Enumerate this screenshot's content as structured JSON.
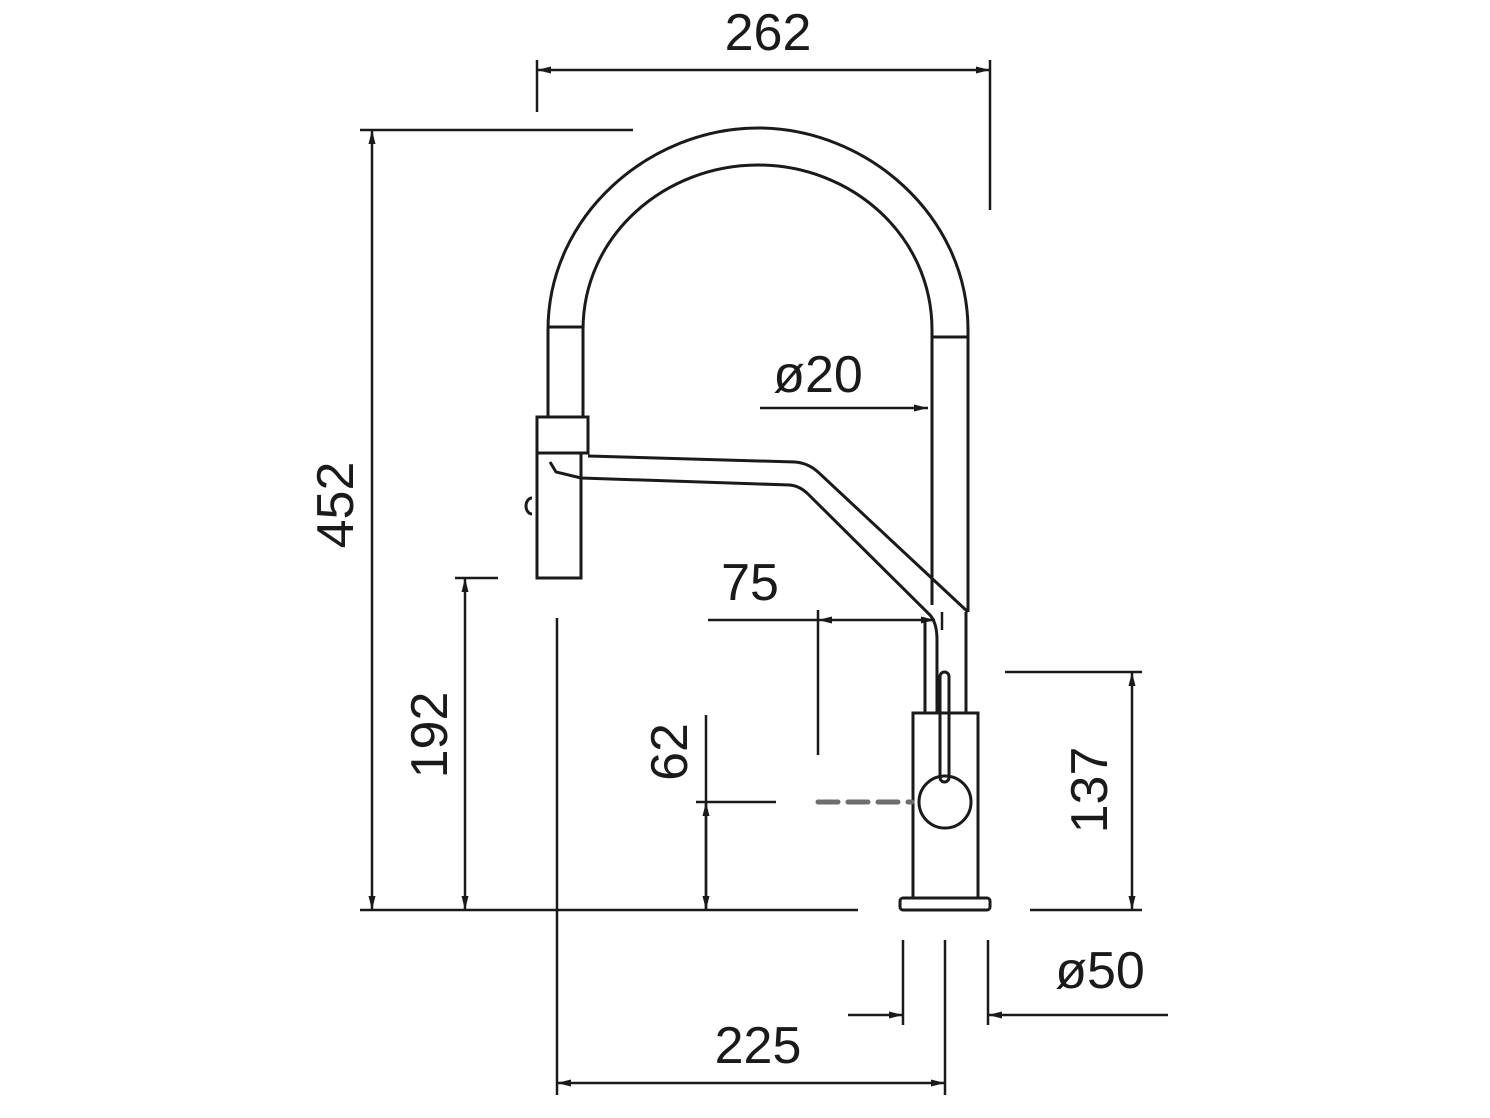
{
  "dimensions": {
    "total_width": "262",
    "total_height": "452",
    "spout_outlet_height": "192",
    "hose_diameter": "ø20",
    "spout_offset": "75",
    "lever_height": "62",
    "body_height": "137",
    "base_diameter": "ø50",
    "spout_reach": "225"
  },
  "colors": {
    "line": "#1a1a1a",
    "hidden_line": "#6e6e6e",
    "background": "#ffffff"
  }
}
